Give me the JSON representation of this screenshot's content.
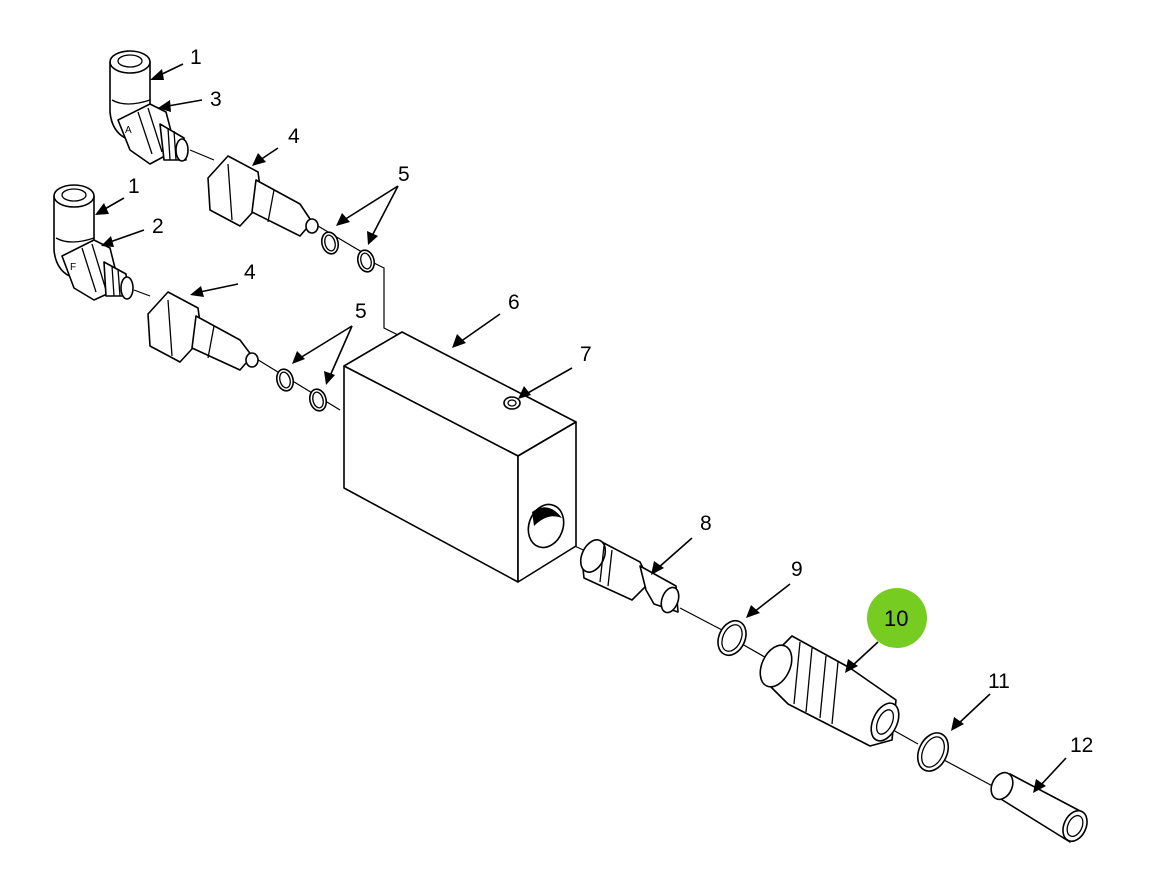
{
  "callouts": {
    "c1a": "1",
    "c3": "3",
    "c4a": "4",
    "c5a": "5",
    "c1b": "1",
    "c2": "2",
    "c4b": "4",
    "c5b": "5",
    "c6": "6",
    "c7": "7",
    "c8": "8",
    "c9": "9",
    "c10": "10",
    "c11": "11",
    "c12": "12"
  },
  "part_markings": {
    "elbow_a": "A",
    "elbow_f": "F"
  },
  "colors": {
    "highlight": "#77cc22",
    "line": "#000000",
    "background": "#ffffff"
  }
}
